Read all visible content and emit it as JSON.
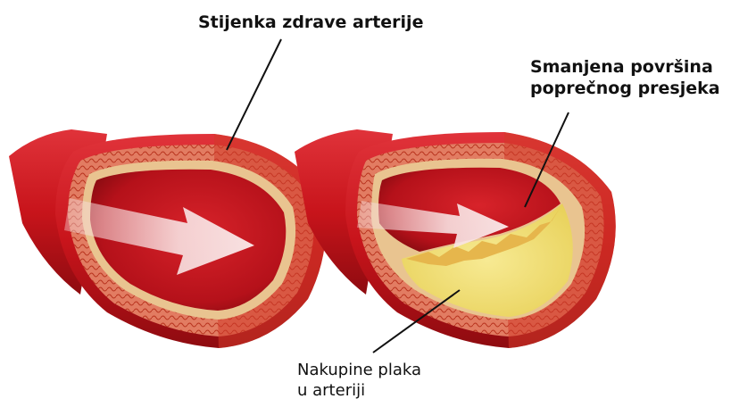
{
  "labels": {
    "healthy_wall": "Stijenka zdrave arterije",
    "reduced_area_line1": "Smanjena površina",
    "reduced_area_line2": "poprečnog presjeka",
    "plaque_line1": "Nakupine plaka",
    "plaque_line2": "u arteriji"
  },
  "colors": {
    "vessel": "#c8141b",
    "vessel_dark": "#8e0b10",
    "lumen": "#c0131a",
    "wall_layer": "#e78b70",
    "intima": "#e9c490",
    "plaque": "#f1df73",
    "arrow": "#f6dada"
  }
}
